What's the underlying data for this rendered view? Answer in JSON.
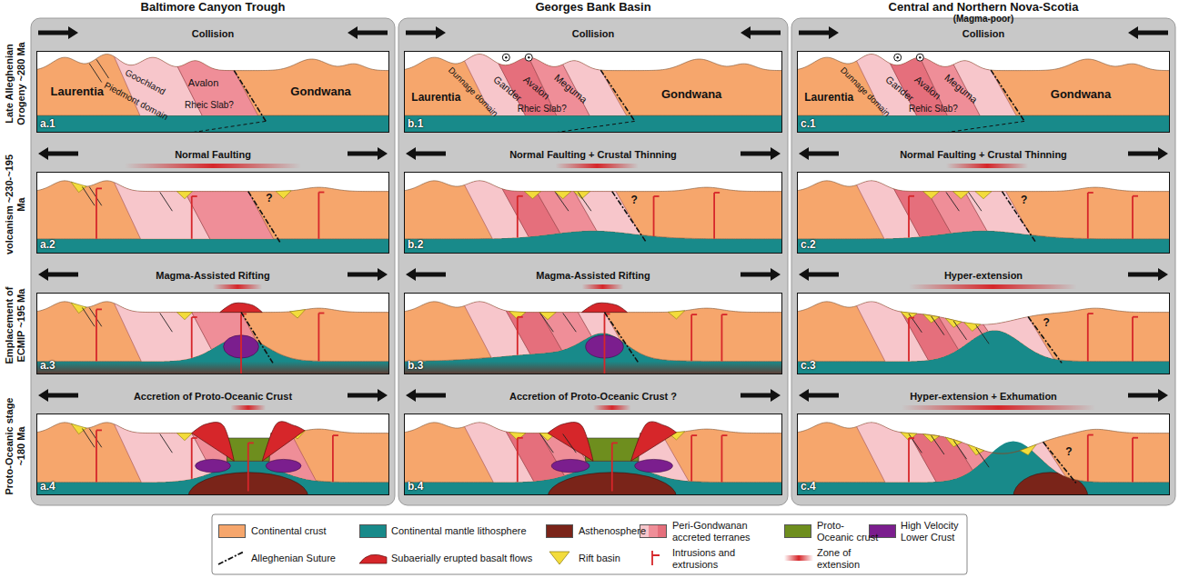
{
  "diagram": {
    "nodes": [
      {
        "text": [
          "Baltimore Canyon Trough"
        ]
      },
      {
        "text": [
          "Collision",
          "a.1"
        ],
        "in": 0
      },
      {
        "text": [
          "Normal Faulting",
          "a.2"
        ],
        "in": 0
      },
      {
        "text": [
          "Magma-Assisted Rifting",
          "a.3"
        ],
        "in": 0
      },
      {
        "text": [
          "Accretion of Proto-Oceanic Crust",
          "a.4"
        ],
        "in": 0
      },
      {
        "text": [
          "Georges Bank Basin"
        ]
      },
      {
        "text": [
          "Collision",
          "b.1"
        ],
        "in": 5
      },
      {
        "text": [
          "Normal Faulting + Crustal Thinning",
          "b.2"
        ],
        "in": 5
      },
      {
        "text": [
          "Magma-Assisted Rifting",
          "b.3"
        ],
        "in": 5
      },
      {
        "text": [
          "Accretion of Proto-Oceanic Crust ?",
          "b.4"
        ],
        "in": 5
      },
      {
        "text": [
          "Central and Northern Nova-Scotia",
          "(Magma-poor)"
        ]
      },
      {
        "text": [
          "Collision",
          "c.1"
        ],
        "in": 10
      },
      {
        "text": [
          "Normal Faulting + Crustal Thinning",
          "c.2"
        ],
        "in": 10
      },
      {
        "text": [
          "Hyper-extension",
          "c.3"
        ],
        "in": 10
      },
      {
        "text": [
          "Hyper-extension + Exhumation",
          "c.4"
        ],
        "in": 10
      }
    ],
    "labels": [
      "Late Alleghenian Orogeny ~280 Ma",
      "volcanism ~230-~195 Ma",
      "Emplacement of ECMIP ~195 Ma",
      "Proto-Oceanic stage ~180 Ma",
      "Laurentia",
      "Goochland",
      "Piedmont domain",
      "Avalon",
      "Gondwana",
      "Rheic Slab?",
      "Laurentia",
      "Dunnage domain",
      "Gander",
      "Avalon",
      "Meguma",
      "Gondwana",
      "Rheic Slab?",
      "Laurentia",
      "Dunnage domain",
      "Gander",
      "Avalon",
      "Meguma",
      "Gondwana",
      "Rehic Slab?",
      "?",
      "?",
      "?",
      "?",
      "?"
    ],
    "legend": [
      {
        "text": "Continental crust",
        "color": "#f6a66c"
      },
      {
        "text": "Continental mantle lithosphere",
        "color": "#188a8a"
      },
      {
        "text": "Asthenosphere",
        "color": "#7a2419"
      },
      {
        "text": "Peri-Gondwanan accreted terranes",
        "color": "#ef8e98"
      },
      {
        "text": "Proto-Oceanic crust",
        "color": "#6e8e1e"
      },
      {
        "text": "High Velocity Lower Crust",
        "color": "#7b1e8e"
      },
      {
        "text": "Alleghenian Suture"
      },
      {
        "text": "Subaerially erupted basalt flows"
      },
      {
        "text": "Rift basin"
      },
      {
        "text": "Intrusions and extrusions"
      },
      {
        "text": "Zone of extension"
      }
    ]
  }
}
